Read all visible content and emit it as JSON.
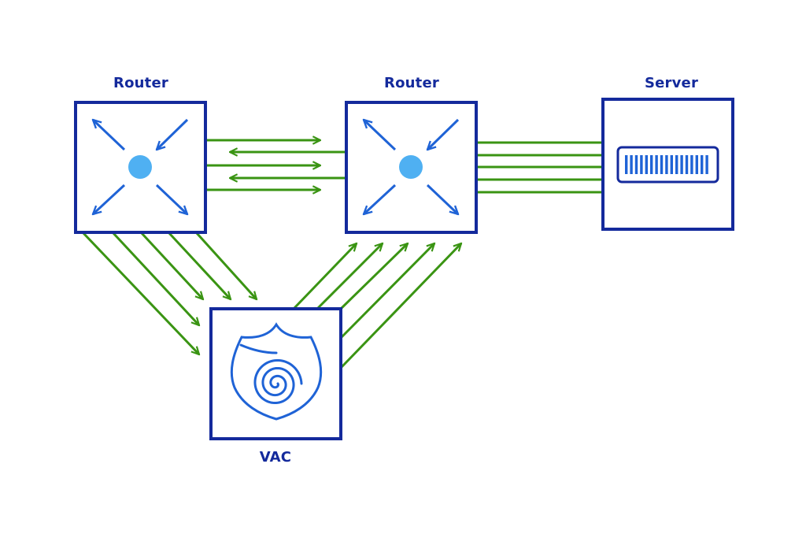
{
  "nodes": {
    "router_left": {
      "label": "Router"
    },
    "router_right": {
      "label": "Router"
    },
    "server": {
      "label": "Server"
    },
    "vac": {
      "label": "VAC"
    }
  },
  "colors": {
    "box_border": "#142a9c",
    "arrow": "#3a9413",
    "router_arrows": "#1f63d6",
    "router_center": "#4fb0f2",
    "label": "#142a9c",
    "server_slot": "#1f63d6",
    "vac_icon": "#1f63d6"
  },
  "icons": {
    "router_left": "router-arrows-icon",
    "router_right": "router-arrows-icon",
    "server": "server-rack-icon",
    "vac": "shield-spiral-icon"
  }
}
